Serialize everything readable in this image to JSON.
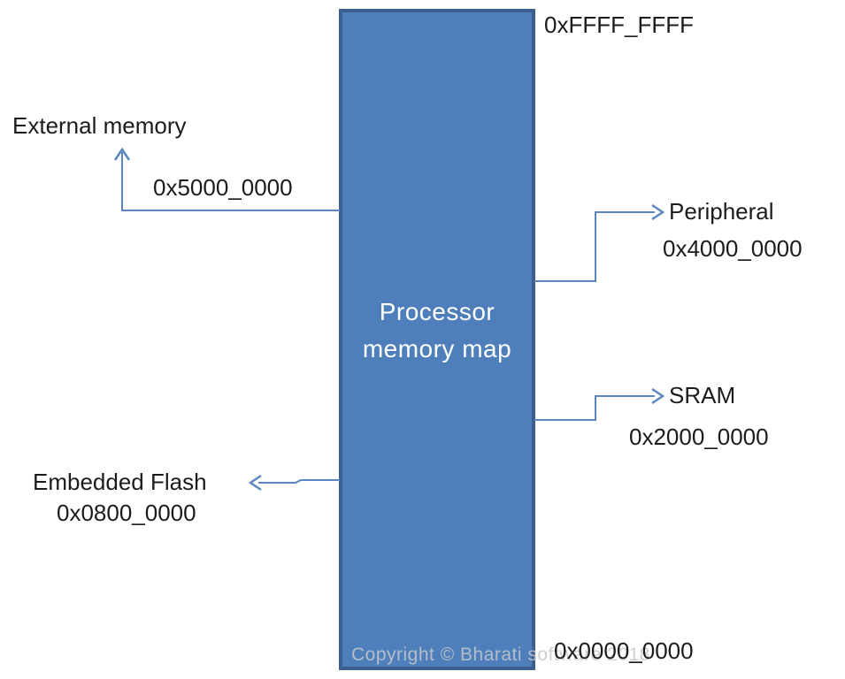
{
  "diagram": {
    "box": {
      "title_line1": "Processor",
      "title_line2": "memory map"
    },
    "top_address": "0xFFFF_FFFF",
    "bottom_address": "0x0000_0000",
    "regions": [
      {
        "name": "External memory",
        "address": "0x5000_0000",
        "side": "left"
      },
      {
        "name": "Peripheral",
        "address": "0x4000_0000",
        "side": "right"
      },
      {
        "name": "SRAM",
        "address": "0x2000_0000",
        "side": "right"
      },
      {
        "name": "Embedded Flash",
        "address": "0x0800_0000",
        "side": "left"
      }
    ],
    "watermark": "Copyright © Bharati software 2018",
    "colors": {
      "box_fill": "#4E7FBA",
      "box_border": "#3C5F90",
      "connector": "#5B87BE",
      "label_text": "#1C1C1C",
      "box_text": "#FFFFFF",
      "watermark": "#C6C8CC"
    }
  }
}
